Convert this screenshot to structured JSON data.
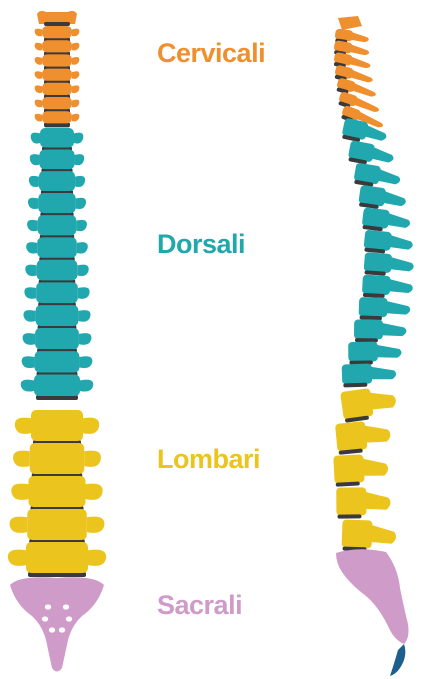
{
  "regions": [
    {
      "key": "cervical",
      "label": "Cervicali",
      "color": "#f08f2e",
      "vertebrae": 7
    },
    {
      "key": "thoracic",
      "label": "Dorsali",
      "color": "#21a8ae",
      "vertebrae": 12
    },
    {
      "key": "lumbar",
      "label": "Lombari",
      "color": "#ebc51e",
      "vertebrae": 5
    },
    {
      "key": "sacral",
      "label": "Sacrali",
      "color": "#cf9bc8"
    }
  ],
  "colors": {
    "disc": "#3a3a3c",
    "coccyx": "#1f5f8b",
    "foramen": "#ffffff"
  }
}
